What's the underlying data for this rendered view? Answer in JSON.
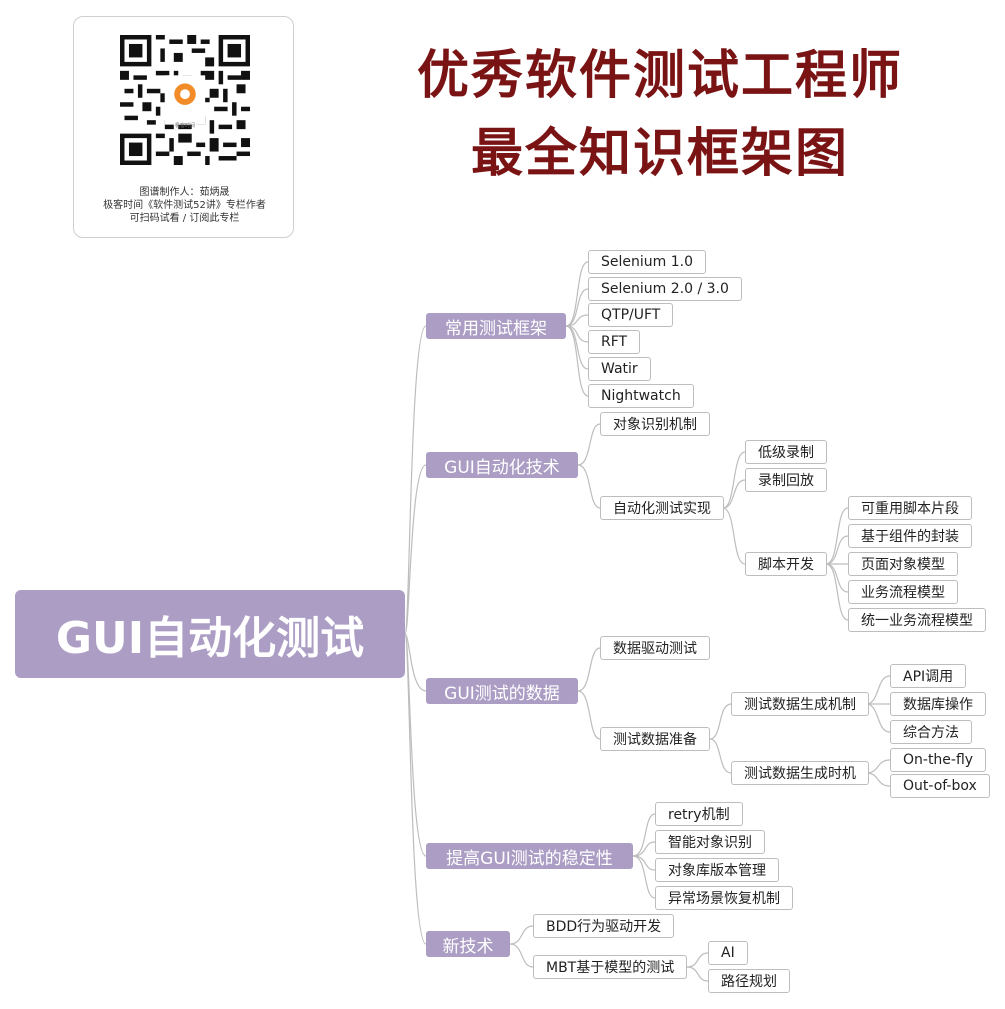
{
  "qr": {
    "logo_text": "极客时间",
    "caption_line1": "图谱制作人：茹炳晟",
    "caption_line2": "极客时间《软件测试52讲》专栏作者",
    "caption_line3": "可扫码试看 / 订阅此专栏"
  },
  "title": {
    "line1": "优秀软件测试工程师",
    "line2": "最全知识框架图"
  },
  "colors": {
    "title": "#7a1414",
    "branch": "#ab9dc4",
    "leaf_border": "#bdbdbd",
    "line": "#bdbdbd"
  },
  "root": "GUI自动化测试",
  "branches": {
    "frameworks": {
      "label": "常用测试框架",
      "items": [
        "Selenium 1.0",
        "Selenium 2.0 / 3.0",
        "QTP/UFT",
        "RFT",
        "Watir",
        "Nightwatch"
      ]
    },
    "tech": {
      "label": "GUI自动化技术",
      "object_recognition": "对象识别机制",
      "implementation": {
        "label": "自动化测试实现",
        "low_level": "低级录制",
        "record_replay": "录制回放",
        "script": {
          "label": "脚本开发",
          "items": [
            "可重用脚本片段",
            "基于组件的封装",
            "页面对象模型",
            "业务流程模型",
            "统一业务流程模型"
          ]
        }
      }
    },
    "data": {
      "label": "GUI测试的数据",
      "data_driven": "数据驱动测试",
      "prep": {
        "label": "测试数据准备",
        "mechanism": {
          "label": "测试数据生成机制",
          "items": [
            "API调用",
            "数据库操作",
            "综合方法"
          ]
        },
        "timing": {
          "label": "测试数据生成时机",
          "items": [
            "On-the-fly",
            "Out-of-box"
          ]
        }
      }
    },
    "stability": {
      "label": "提高GUI测试的稳定性",
      "items": [
        "retry机制",
        "智能对象识别",
        "对象库版本管理",
        "异常场景恢复机制"
      ]
    },
    "new_tech": {
      "label": "新技术",
      "bdd": "BDD行为驱动开发",
      "mbt": {
        "label": "MBT基于模型的测试",
        "items": [
          "AI",
          "路径规划"
        ]
      }
    }
  }
}
